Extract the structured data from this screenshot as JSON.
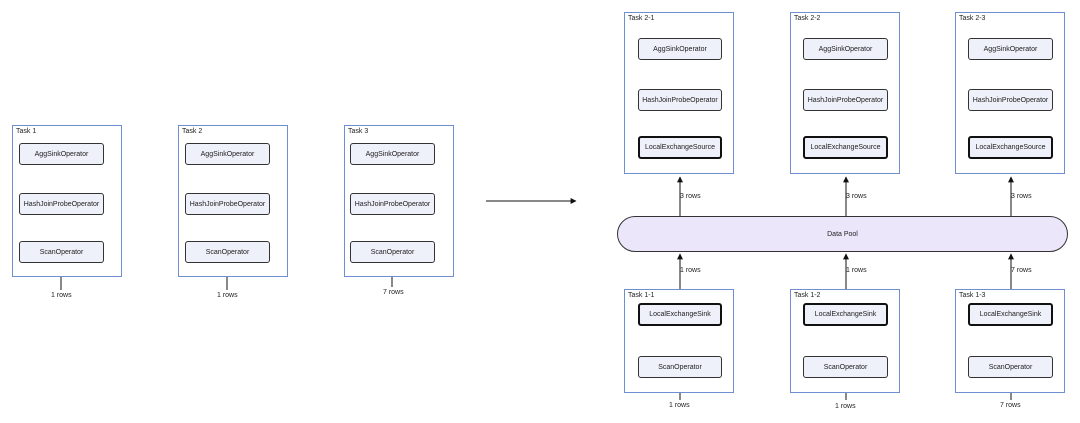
{
  "left": {
    "tasks": [
      {
        "title": "Task 1",
        "ops": [
          "AggSinkOperator",
          "HashJoinProbeOperator",
          "ScanOperator"
        ],
        "input": "1 rows"
      },
      {
        "title": "Task 2",
        "ops": [
          "AggSinkOperator",
          "HashJoinProbeOperator",
          "ScanOperator"
        ],
        "input": "1 rows"
      },
      {
        "title": "Task 3",
        "ops": [
          "AggSinkOperator",
          "HashJoinProbeOperator",
          "ScanOperator"
        ],
        "input": "7 rows"
      }
    ]
  },
  "right": {
    "top_tasks": [
      {
        "title": "Task 2-1",
        "ops": [
          "AggSinkOperator",
          "HashJoinProbeOperator",
          "LocalExchangeSource"
        ],
        "output_to_pool": "3 rows"
      },
      {
        "title": "Task 2-2",
        "ops": [
          "AggSinkOperator",
          "HashJoinProbeOperator",
          "LocalExchangeSource"
        ],
        "output_to_pool": "3 rows"
      },
      {
        "title": "Task 2-3",
        "ops": [
          "AggSinkOperator",
          "HashJoinProbeOperator",
          "LocalExchangeSource"
        ],
        "output_to_pool": "3 rows"
      }
    ],
    "pool_label": "Data Pool",
    "bottom_tasks": [
      {
        "title": "Task 1-1",
        "ops": [
          "LocalExchangeSink",
          "ScanOperator"
        ],
        "input": "1 rows",
        "to_pool": "1 rows"
      },
      {
        "title": "Task 1-2",
        "ops": [
          "LocalExchangeSink",
          "ScanOperator"
        ],
        "input": "1 rows",
        "to_pool": "1 rows"
      },
      {
        "title": "Task 1-3",
        "ops": [
          "LocalExchangeSink",
          "ScanOperator"
        ],
        "input": "7 rows",
        "to_pool": "7 rows"
      }
    ]
  }
}
